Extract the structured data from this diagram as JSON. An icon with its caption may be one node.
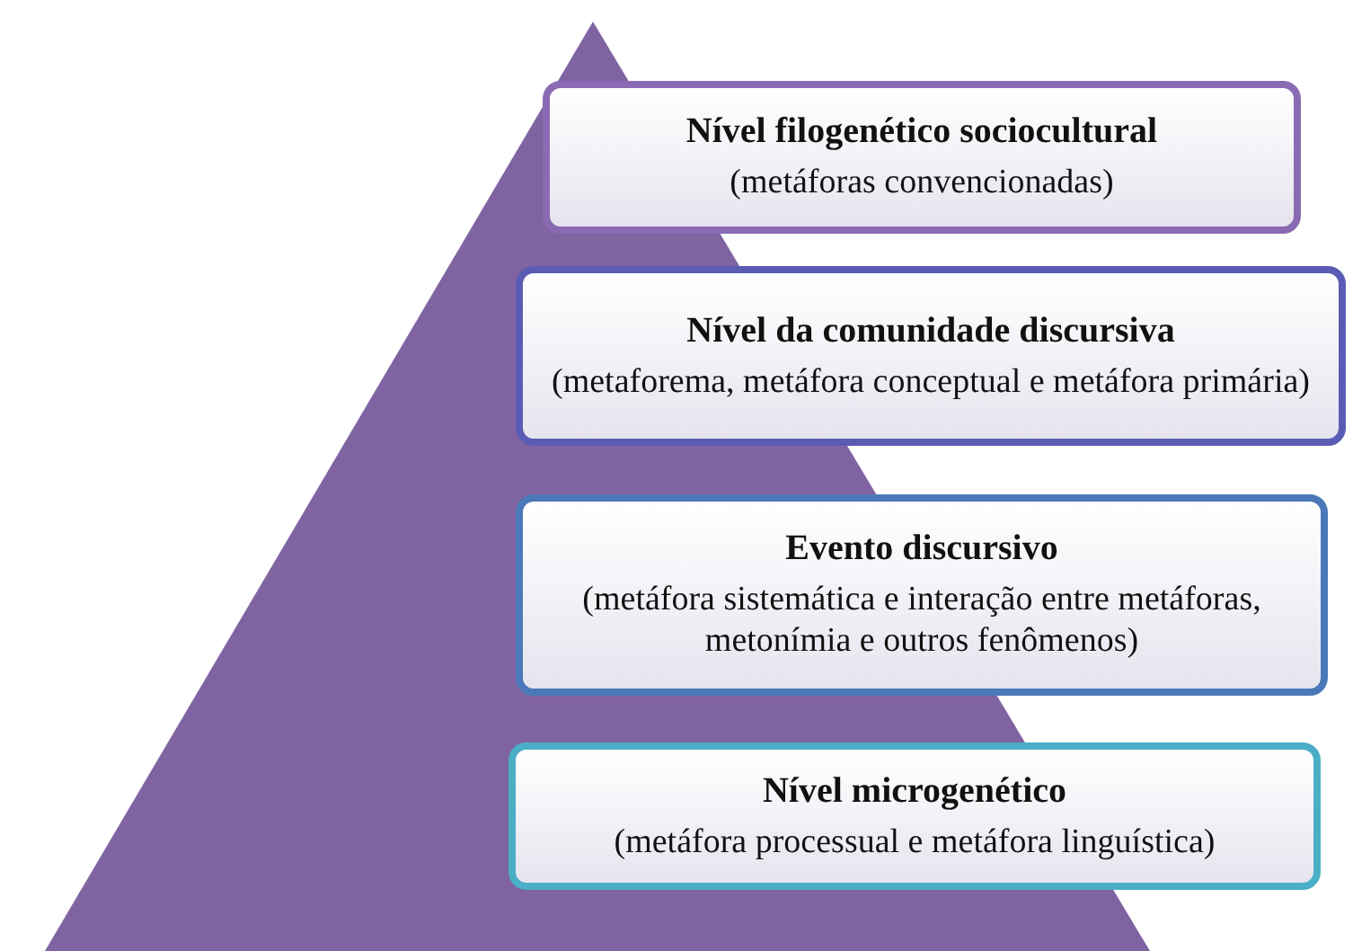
{
  "diagram": {
    "nodes": [
      {
        "text": [
          "Nível filogenético sociocultural",
          "(metáforas convencionadas)"
        ]
      },
      {
        "text": [
          "Nível da comunidade discursiva",
          "(metaforema, metáfora conceptual e metáfora primária)"
        ]
      },
      {
        "text": [
          "Evento discursivo",
          "(metáfora sistemática e interação entre metáforas, metonímia e outros fenômenos)"
        ]
      },
      {
        "text": [
          "Nível microgenético",
          "(metáfora processual e metáfora linguística)"
        ]
      }
    ]
  }
}
